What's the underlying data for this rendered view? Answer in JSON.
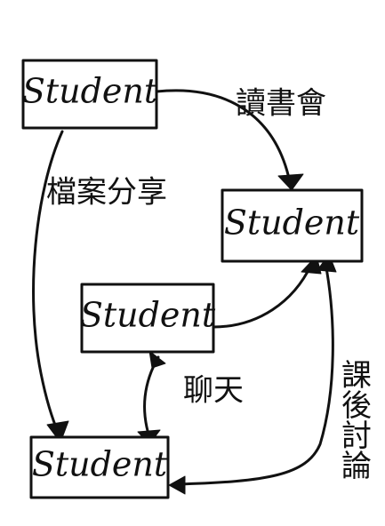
{
  "diagram": {
    "nodes": [
      {
        "id": "n1",
        "label": "Student"
      },
      {
        "id": "n2",
        "label": "Student"
      },
      {
        "id": "n3",
        "label": "Student"
      },
      {
        "id": "n4",
        "label": "Student"
      }
    ],
    "edges": [
      {
        "id": "e1",
        "from": "n1",
        "to": "n2",
        "label": "讀書會",
        "directed": "forward"
      },
      {
        "id": "e2",
        "from": "n1",
        "to": "n4",
        "label": "檔案分享",
        "directed": "forward"
      },
      {
        "id": "e3",
        "from": "n3",
        "to": "n2",
        "label": "",
        "directed": "forward"
      },
      {
        "id": "e4",
        "from": "n3",
        "to": "n4",
        "label": "聊天",
        "directed": "both"
      },
      {
        "id": "e5",
        "from": "n2",
        "to": "n4",
        "label": "課後討論",
        "directed": "both"
      }
    ]
  }
}
